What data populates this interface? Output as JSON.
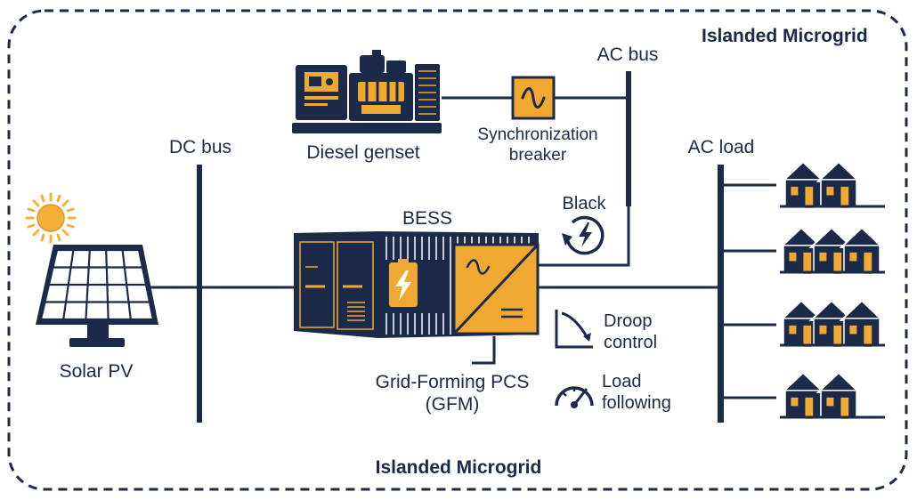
{
  "frame": {
    "title_top": "Islanded Microgrid",
    "title_bottom": "Islanded Microgrid"
  },
  "labels": {
    "dc_bus": "DC bus",
    "ac_bus": "AC bus",
    "ac_load": "AC load",
    "diesel_genset": "Diesel genset",
    "sync_breaker_line1": "Synchronization",
    "sync_breaker_line2": "breaker",
    "black_start": "Black",
    "bess": "BESS",
    "solar_pv": "Solar PV",
    "gfm_pcs_line1": "Grid-Forming PCS",
    "gfm_pcs_line2": "(GFM)",
    "droop_line1": "Droop",
    "droop_line2": "control",
    "load_following_line1": "Load",
    "load_following_line2": "following"
  },
  "colors": {
    "navy": "#1b2a48",
    "orange": "#f0a830",
    "sun": "#f4b03a",
    "white": "#ffffff"
  },
  "icons": [
    "sun-icon",
    "solar-panel-icon",
    "diesel-genset-icon",
    "sine-wave-icon",
    "black-start-icon",
    "battery-icon",
    "bess-container-icon",
    "inverter-icon",
    "droop-curve-icon",
    "gauge-icon",
    "house-icon"
  ]
}
